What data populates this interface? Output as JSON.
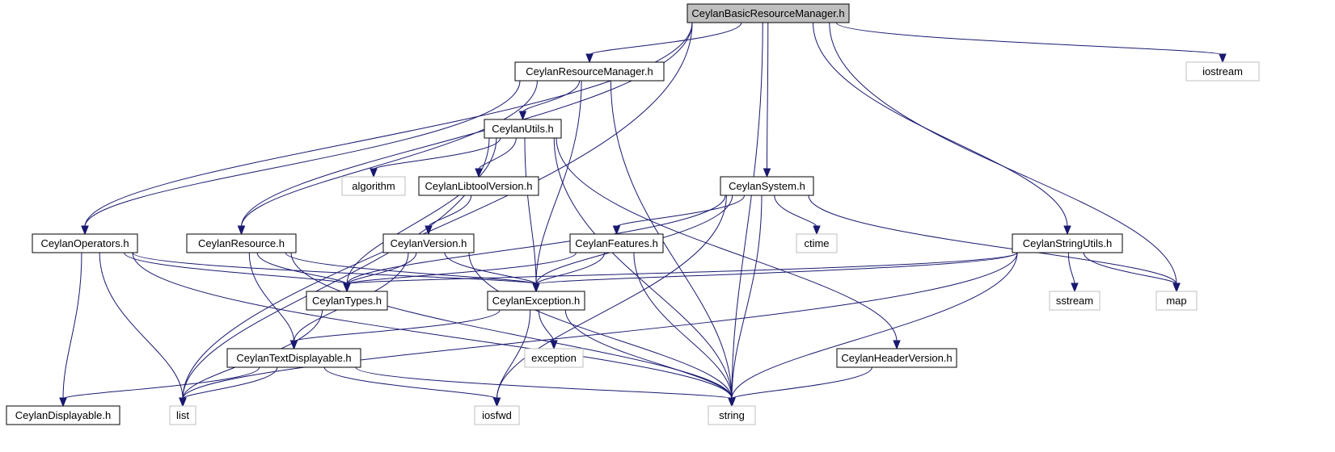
{
  "colors": {
    "edge": "#191970",
    "root_fill": "#bfbfbf",
    "node_fill": "#ffffff",
    "node_border": "#000000",
    "external_border": "#bfbfbf",
    "external_text": "#404040"
  },
  "nodes": [
    {
      "id": "basic",
      "label": "CeylanBasicResourceManager.h",
      "kind": "root"
    },
    {
      "id": "resmgr",
      "label": "CeylanResourceManager.h",
      "kind": "local"
    },
    {
      "id": "iostream",
      "label": "iostream",
      "kind": "external"
    },
    {
      "id": "utils",
      "label": "CeylanUtils.h",
      "kind": "local"
    },
    {
      "id": "algorithm",
      "label": "algorithm",
      "kind": "external"
    },
    {
      "id": "libtool",
      "label": "CeylanLibtoolVersion.h",
      "kind": "local"
    },
    {
      "id": "system",
      "label": "CeylanSystem.h",
      "kind": "local"
    },
    {
      "id": "operators",
      "label": "CeylanOperators.h",
      "kind": "local"
    },
    {
      "id": "resource",
      "label": "CeylanResource.h",
      "kind": "local"
    },
    {
      "id": "version",
      "label": "CeylanVersion.h",
      "kind": "local"
    },
    {
      "id": "features",
      "label": "CeylanFeatures.h",
      "kind": "local"
    },
    {
      "id": "ctime",
      "label": "ctime",
      "kind": "external"
    },
    {
      "id": "stringutils",
      "label": "CeylanStringUtils.h",
      "kind": "local"
    },
    {
      "id": "types",
      "label": "CeylanTypes.h",
      "kind": "local"
    },
    {
      "id": "exception",
      "label": "CeylanException.h",
      "kind": "local"
    },
    {
      "id": "sstream",
      "label": "sstream",
      "kind": "external"
    },
    {
      "id": "map",
      "label": "map",
      "kind": "external"
    },
    {
      "id": "textdisp",
      "label": "CeylanTextDisplayable.h",
      "kind": "local"
    },
    {
      "id": "exceptionstd",
      "label": "exception",
      "kind": "external"
    },
    {
      "id": "headerver",
      "label": "CeylanHeaderVersion.h",
      "kind": "local"
    },
    {
      "id": "displayable",
      "label": "CeylanDisplayable.h",
      "kind": "local"
    },
    {
      "id": "list",
      "label": "list",
      "kind": "external"
    },
    {
      "id": "iosfwd",
      "label": "iosfwd",
      "kind": "external"
    },
    {
      "id": "string",
      "label": "string",
      "kind": "external"
    }
  ],
  "edges": [
    [
      "basic",
      "resmgr"
    ],
    [
      "basic",
      "iostream"
    ],
    [
      "basic",
      "system"
    ],
    [
      "basic",
      "operators"
    ],
    [
      "basic",
      "resource"
    ],
    [
      "basic",
      "stringutils"
    ],
    [
      "basic",
      "map"
    ],
    [
      "basic",
      "list"
    ],
    [
      "basic",
      "string"
    ],
    [
      "resmgr",
      "utils"
    ],
    [
      "resmgr",
      "operators"
    ],
    [
      "resmgr",
      "resource"
    ],
    [
      "resmgr",
      "exception"
    ],
    [
      "resmgr",
      "string"
    ],
    [
      "utils",
      "algorithm"
    ],
    [
      "utils",
      "libtool"
    ],
    [
      "utils",
      "types"
    ],
    [
      "utils",
      "exception"
    ],
    [
      "utils",
      "headerver"
    ],
    [
      "utils",
      "list"
    ],
    [
      "utils",
      "string"
    ],
    [
      "libtool",
      "version"
    ],
    [
      "system",
      "features"
    ],
    [
      "system",
      "ctime"
    ],
    [
      "system",
      "types"
    ],
    [
      "system",
      "exception"
    ],
    [
      "system",
      "map"
    ],
    [
      "system",
      "iosfwd"
    ],
    [
      "system",
      "string"
    ],
    [
      "operators",
      "types"
    ],
    [
      "operators",
      "exception"
    ],
    [
      "operators",
      "displayable"
    ],
    [
      "operators",
      "list"
    ],
    [
      "operators",
      "string"
    ],
    [
      "resource",
      "types"
    ],
    [
      "resource",
      "exception"
    ],
    [
      "resource",
      "textdisp"
    ],
    [
      "resource",
      "string"
    ],
    [
      "version",
      "types"
    ],
    [
      "version",
      "exception"
    ],
    [
      "version",
      "textdisp"
    ],
    [
      "version",
      "string"
    ],
    [
      "features",
      "types"
    ],
    [
      "features",
      "exception"
    ],
    [
      "features",
      "string"
    ],
    [
      "stringutils",
      "types"
    ],
    [
      "stringutils",
      "exception"
    ],
    [
      "stringutils",
      "sstream"
    ],
    [
      "stringutils",
      "map"
    ],
    [
      "stringutils",
      "list"
    ],
    [
      "stringutils",
      "string"
    ],
    [
      "types",
      "list"
    ],
    [
      "exception",
      "textdisp"
    ],
    [
      "exception",
      "exceptionstd"
    ],
    [
      "exception",
      "iosfwd"
    ],
    [
      "exception",
      "string"
    ],
    [
      "textdisp",
      "displayable"
    ],
    [
      "textdisp",
      "list"
    ],
    [
      "textdisp",
      "iosfwd"
    ],
    [
      "textdisp",
      "string"
    ],
    [
      "headerver",
      "string"
    ]
  ]
}
